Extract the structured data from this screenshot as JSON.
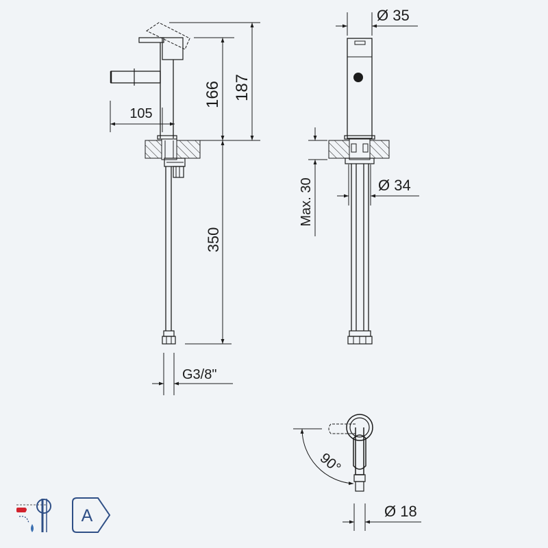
{
  "drawing": {
    "side_view": {
      "dim_spout_reach": "105",
      "dim_outlet_height": "166",
      "dim_total_height": "187",
      "dim_hose_length": "350",
      "dim_connection": "G3/8\""
    },
    "front_view": {
      "dim_body_diameter": "Ø 35",
      "dim_max_deck": "Max. 30",
      "dim_hole_diameter": "Ø 34"
    },
    "top_view": {
      "dim_lever_rotation": "90°",
      "dim_lever_diameter": "Ø 18"
    }
  },
  "badges": {
    "energy_class": "A",
    "mixer_icon": "cold-water-lever-icon"
  },
  "colors": {
    "background": "#f1f4f7",
    "line": "#1c1c1c",
    "badge_blue": "#2f4f86",
    "cold_red": "#d2222d",
    "water_blue": "#3a6fb0"
  }
}
